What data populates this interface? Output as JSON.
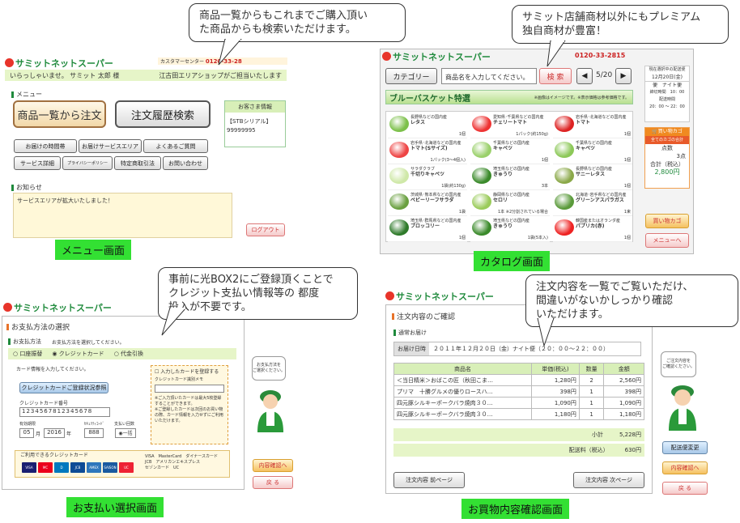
{
  "callouts": {
    "menu": [
      "商品一覧からもこれまでご購入頂い",
      "た商品からも検索いただけます。"
    ],
    "catalog": [
      "サミット店舗商材以外にもプレミアム",
      "独自商材が豊富！"
    ],
    "payment": [
      "事前に光BOX2にご登録頂くことで",
      "クレジット支払い情報等の 都度",
      "投入が不要です。"
    ],
    "order": [
      "注文内容を一覧でご覧いただけ、",
      "間違いがないかしっかり確認",
      "いただけます。"
    ]
  },
  "captions": {
    "menu": "メニュー画面",
    "catalog": "カタログ画面",
    "payment": "お支払い選択画面",
    "order": "お買物内容確認画面"
  },
  "brand": "サミットネットスーパー",
  "colors": {
    "brand_green": "#1f8a3c",
    "accent_red": "#e8342a",
    "caption_green": "#33e033"
  },
  "menu_screen": {
    "phone": "0120-33-28",
    "welcome": "いらっしゃいませ。 サミット 太郎 様",
    "shop": "江古田エリアショップがご担当いたします",
    "menu_label": "メニュー",
    "big_buttons": [
      "商品一覧から注文",
      "注文履歴検索"
    ],
    "small_buttons": [
      "お届けの時間帯",
      "お届けサービスエリア",
      "よくあるご質問",
      "サービス詳細",
      "プライバシーポリシー",
      "特定商取引法",
      "お問い合わせ"
    ],
    "customer_info_title": "お客さま情報",
    "stb_label": "【STBシリアル】",
    "stb_value": "99999995",
    "news_label": "お知らせ",
    "news_text": "サービスエリアが拡大いたしました！",
    "logout": "ログアウト"
  },
  "catalog_screen": {
    "phone": "0120-33-2815",
    "category_btn": "カテゴリー",
    "search_placeholder": "商品名を入力してください。",
    "search_btn": "検 索",
    "page": "5/20",
    "banner": "ブルーバスケット特選",
    "banner_note": "※画像はイメージです。※表示価格は参考価格です。",
    "items": [
      {
        "origin": "長野県などの国内産",
        "name": "レタス",
        "unit": "1個",
        "color": "#7cc04a"
      },
      {
        "origin": "愛知県･千葉県などの国内産",
        "name": "チェリートマト",
        "unit": "1パック(約150g)",
        "color": "#e33"
      },
      {
        "origin": "岩手県･北海道などの国内産",
        "name": "トマト",
        "unit": "1個",
        "color": "#d22"
      },
      {
        "origin": "岩手県･北海道などの国内産",
        "name": "トマト(Sサイズ)",
        "unit": "1パック(3～4個入)",
        "color": "#e44"
      },
      {
        "origin": "千葉県などの国内産",
        "name": "キャベツ",
        "unit": "1個",
        "color": "#9ad06a"
      },
      {
        "origin": "千葉県などの国内産",
        "name": "キャベツ",
        "unit": "1個",
        "color": "#8cc858"
      },
      {
        "origin": "サラダクラブ",
        "name": "千切りキャベツ",
        "unit": "1袋(約130g)",
        "color": "#cfe8a8"
      },
      {
        "origin": "埼玉県などの国内産",
        "name": "きゅうり",
        "unit": "3本",
        "color": "#3a8a2a"
      },
      {
        "origin": "長野県などの国内産",
        "name": "サニーレタス",
        "unit": "1個",
        "color": "#8aa848"
      },
      {
        "origin": "茨城県･熊本県などの国内産",
        "name": "ベビーリーフサラダ",
        "unit": "1袋",
        "color": "#6aa040"
      },
      {
        "origin": "静岡県などの国内産",
        "name": "セロリ",
        "unit": "1本 ※2分割されている場合",
        "color": "#9acb5a"
      },
      {
        "origin": "北海道･岩手県などの国内産",
        "name": "グリーンアスパラガス",
        "unit": "1束",
        "color": "#5a9a3a"
      },
      {
        "origin": "埼玉県･群馬県などの国内産",
        "name": "ブロッコリー",
        "unit": "1個",
        "color": "#2e7a2a"
      },
      {
        "origin": "埼玉県などの国内産",
        "name": "きゅうり",
        "unit": "1袋(5本入)",
        "color": "#3a8a2a"
      },
      {
        "origin": "韓国産またはオランダ産",
        "name": "パプリカ(赤)",
        "unit": "1個",
        "color": "#e22"
      }
    ],
    "side_date_label": "現在選択中の配送便",
    "side_date": "12月20日(金)",
    "side_bin": "便",
    "side_bin_name": "ナイト便",
    "side_deadline_label": "締切時間",
    "side_deadline": "10：00",
    "side_delivery_label": "配送時間",
    "side_delivery": "20：00 ～ 22：00",
    "cart_title": "買い物カゴ",
    "cart_sub": "全てのカゴの合計",
    "cart_count_label": "点数",
    "cart_count": "3点",
    "cart_total_label": "合計（税込）",
    "cart_total": "2,800円",
    "cart_btn": "買い物カゴ",
    "menu_btn": "メニューへ"
  },
  "payment_screen": {
    "title": "お支払方法の選択",
    "method_label": "お支払方法",
    "method_note": "お支払方法を選択してください。",
    "options": [
      "口座振替",
      "クレジットカード",
      "代金引換"
    ],
    "card_prompt": "カード情報を入力してください。",
    "card_register_btn": "クレジットカードご登録状況参照",
    "card_no_label": "クレジットカード番号",
    "card_no": "1234567812345678",
    "exp_label": "有効期限",
    "exp_month": "05",
    "exp_month_unit": "月",
    "exp_year": "2016",
    "exp_year_unit": "年",
    "sec_label": "ｾｷｭﾘﾃｨｺｰﾄﾞ",
    "sec_code": "888",
    "times_label": "支払い回数",
    "times_value": "一括",
    "save_check": "入力したカードを登録する",
    "memo_label": "クレジットカード識別メモ",
    "note1": "※ご入力頂いたカードは最大5枚登録することができます。",
    "note2": "※ご登録したカードは次回のお買い物の際、カード情報を入力せずにご利用いただけます。",
    "available_title": "ご利用できるクレジットカード",
    "brands_text": [
      "VISA　MasterCard　ダイナースカード",
      "JCB　アメリカンエキスプレス",
      "セゾンカード　UC"
    ],
    "card_logos": [
      "VISA",
      "MC",
      "D",
      "JCB",
      "AMEX",
      "SAISON",
      "UC"
    ],
    "bubble": [
      "お支払方法を",
      "ご選択ください。"
    ],
    "confirm_btn": "内容確認へ",
    "back_btn": "戻 る"
  },
  "order_screen": {
    "title": "注文内容のご確認",
    "delivery_label": "通常お届け",
    "date_label": "お届け日時",
    "date_value": "２０１１年１２月２０日（金）ナイト便（２０：００～２２：００）",
    "headers": [
      "商品名",
      "単価(税込)",
      "数量",
      "金額"
    ],
    "rows": [
      {
        "name": "＜当日精米＞おばこの匠（秋田こま…",
        "price": "1,280円",
        "qty": "2",
        "amount": "2,560円"
      },
      {
        "name": "プリマ　十勝グルメの優りロースハ…",
        "price": "398円",
        "qty": "1",
        "amount": "398円"
      },
      {
        "name": "四元豚シルキーポークバラ焼肉３０…",
        "price": "1,090円",
        "qty": "1",
        "amount": "1,090円"
      },
      {
        "name": "四元豚シルキーポークバラ焼肉３０…",
        "price": "1,180円",
        "qty": "1",
        "amount": "1,180円"
      }
    ],
    "subtotal_label": "小計",
    "subtotal": "5,228円",
    "shipping_label": "配送料（税込）",
    "shipping": "630円",
    "prev_btn": "注文内容 前ページ",
    "next_btn": "注文内容 次ページ",
    "bubble": [
      "ご注文内容を",
      "ご確認ください。"
    ],
    "change_btn": "配送便変更",
    "confirm_btn": "内容確認へ",
    "back_btn": "戻 る"
  }
}
